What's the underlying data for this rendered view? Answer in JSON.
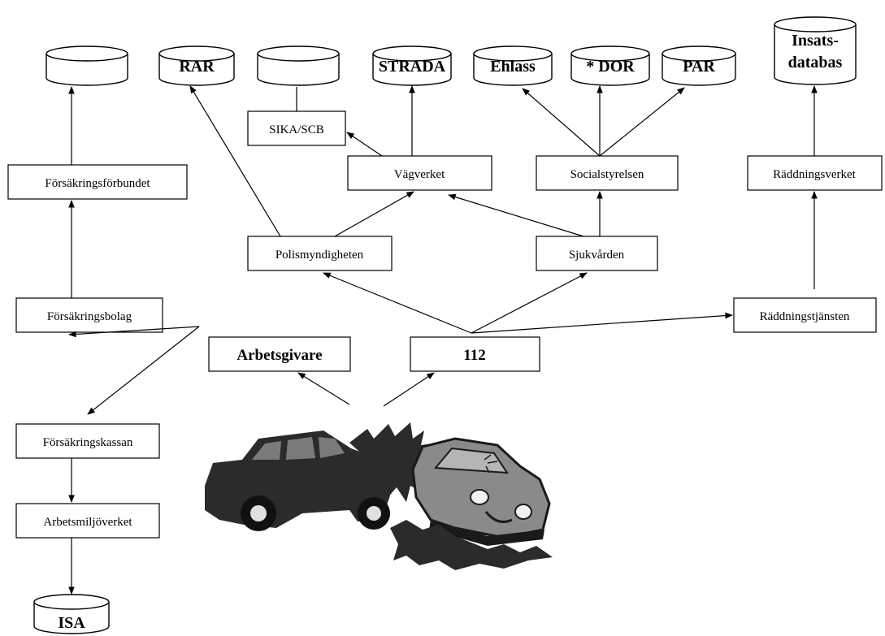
{
  "nodes": {
    "forsakringsforbundet": "Försäkringsförbundet",
    "forsakringsbolag": "Försäkringsbolag",
    "arbetsgivare": "Arbetsgivare",
    "nummer112": "112",
    "forsakringskassan": "Försäkringskassan",
    "arbetsmiljoverket": "Arbetsmiljöverket",
    "sika_scb": "SIKA/SCB",
    "vagverket": "Vägverket",
    "polismyndigheten": "Polismyndigheten",
    "socialstyrelsen": "Socialstyrelsen",
    "sjukvarden": "Sjukvården",
    "raddningsverket": "Räddningsverket",
    "raddningstjansten": "Räddningstjänsten"
  },
  "databases": {
    "forsakring_db": "",
    "rar": "RAR",
    "sika_db": "",
    "strada": "STRADA",
    "ehlass": "Ehlass",
    "dor": "* DOR",
    "par": "PAR",
    "insats_line1": "Insats-",
    "insats_line2": "databas",
    "isa": "ISA"
  },
  "illustration": "car-crash-clipart",
  "colors": {
    "line": "#000000",
    "background": "#ffffff",
    "car_dark": "#2b2b2b",
    "car_light": "#8a8a8a"
  }
}
